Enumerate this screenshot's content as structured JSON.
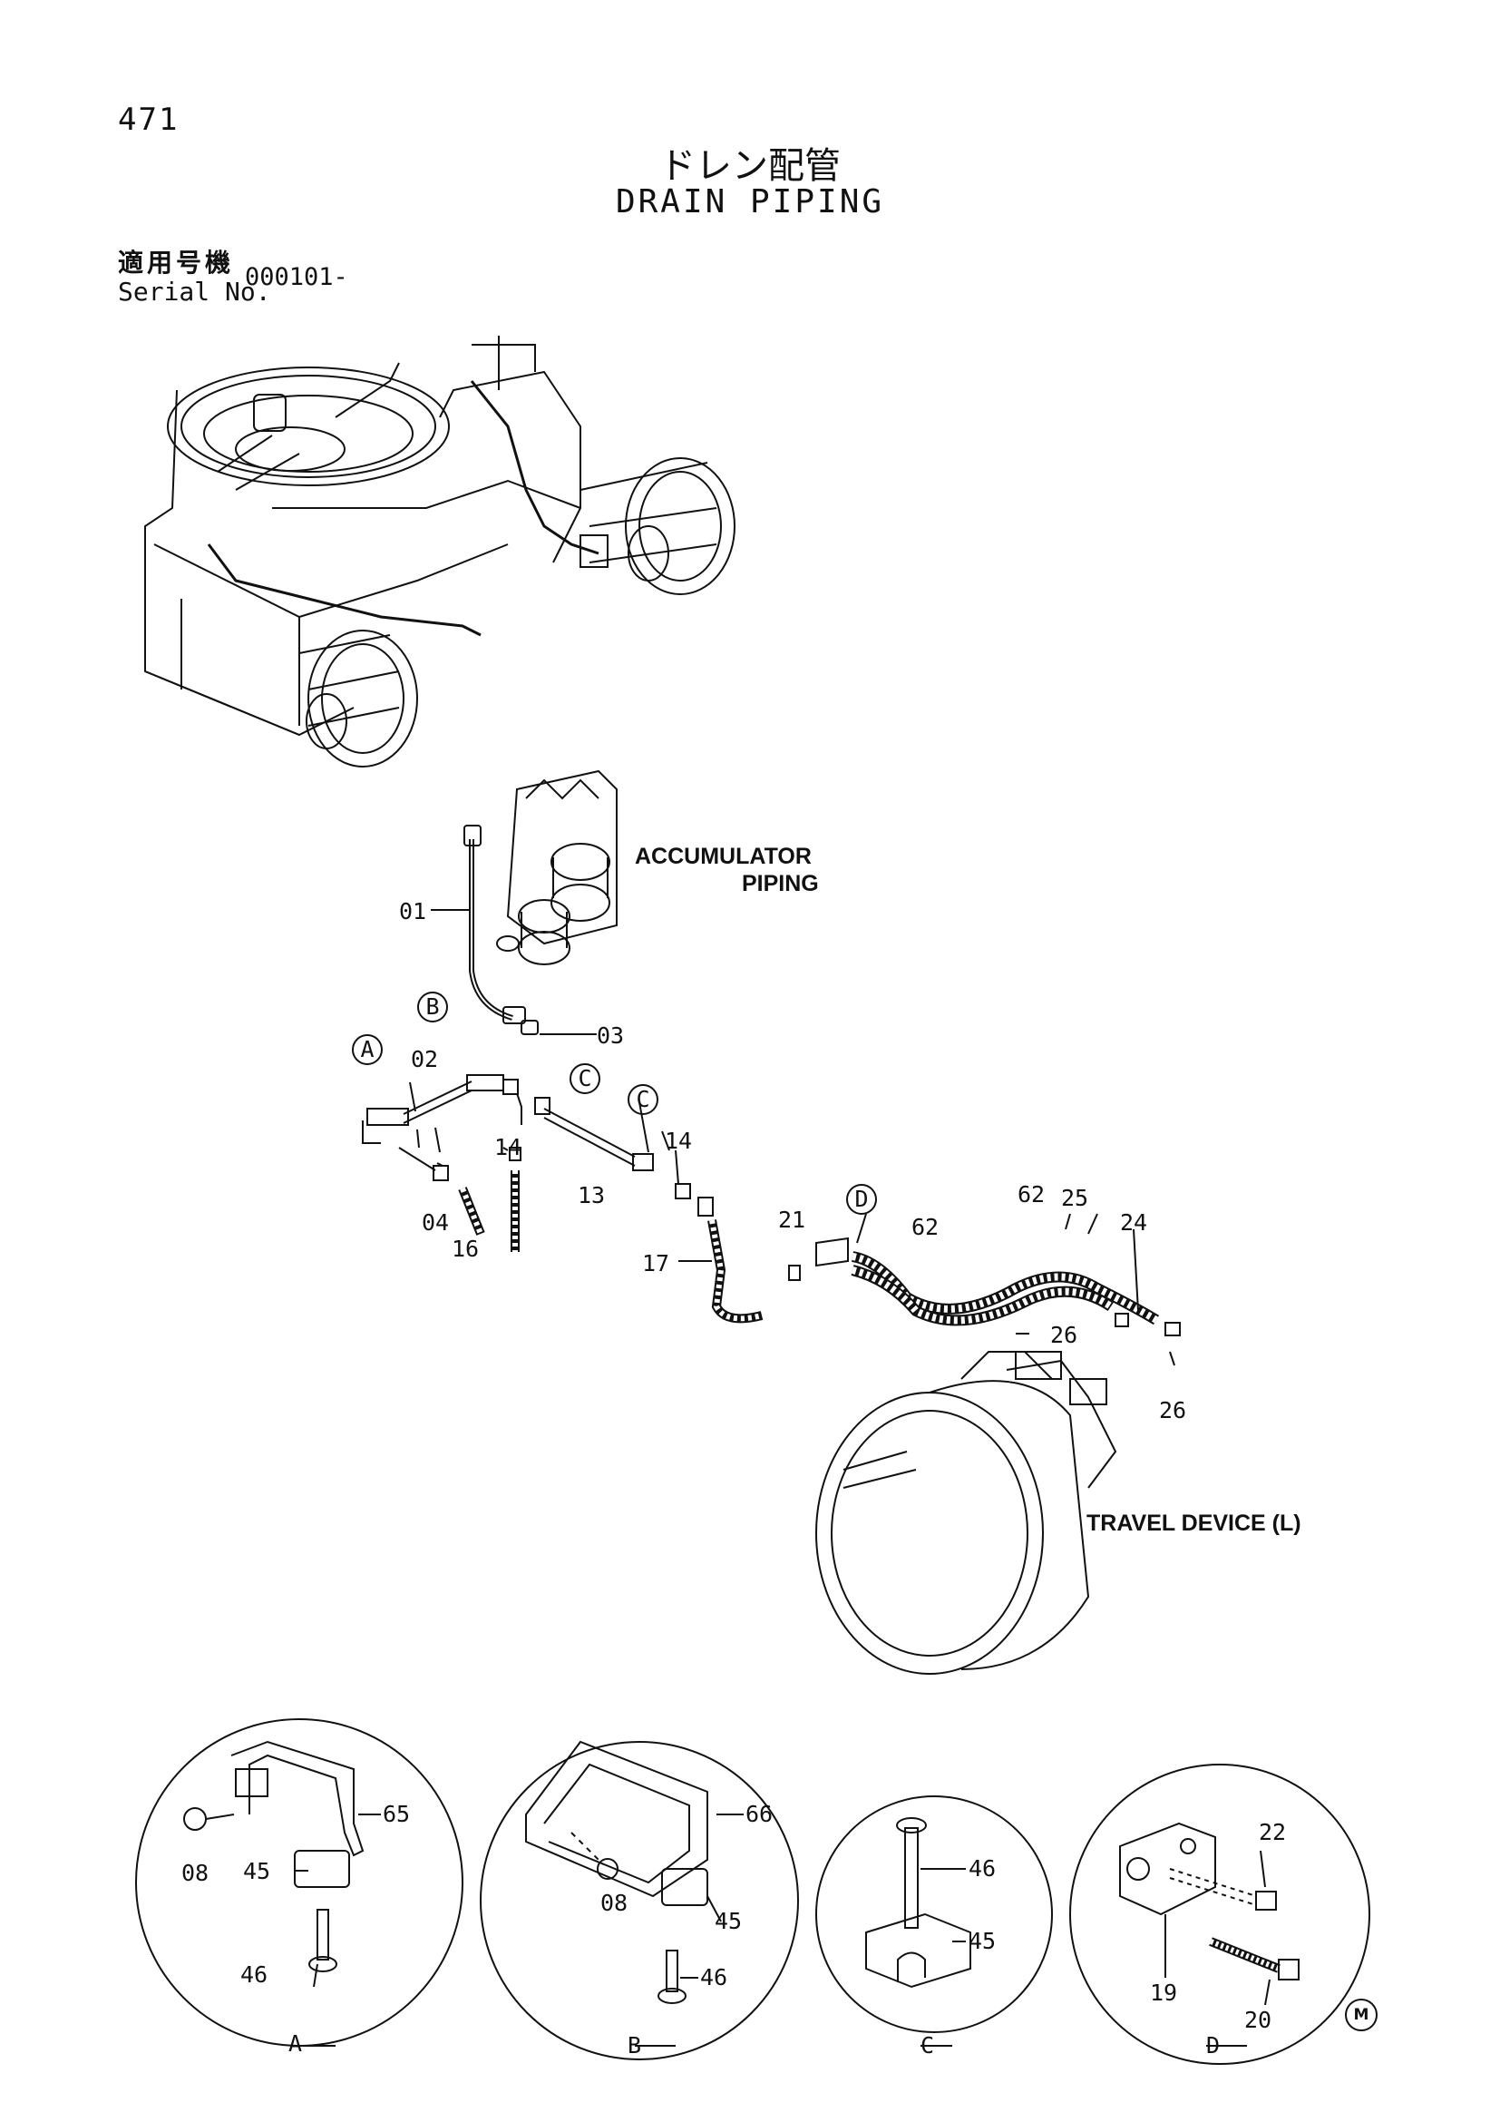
{
  "page_number": "471",
  "title_jp": "ドレン配管",
  "title_en": "DRAIN PIPING",
  "serial": {
    "label_jp": "適用号機",
    "label_en": "Serial No.",
    "value": "000101-"
  },
  "notes": {
    "accumulator_line1": "ACCUMULATOR",
    "accumulator_line2": "PIPING",
    "travel_device": "TRAVEL DEVICE (L)"
  },
  "callouts": {
    "A": "A",
    "B": "B",
    "C": "C",
    "D": "D"
  },
  "parts": {
    "p01": "01",
    "p02": "02",
    "p03": "03",
    "p04": "04",
    "p13": "13",
    "p14a": "14",
    "p14b": "14",
    "p16": "16",
    "p17": "17",
    "p21": "21",
    "p62a": "62",
    "p62b": "62",
    "p25": "25",
    "p24": "24",
    "p26a": "26",
    "p26b": "26"
  },
  "details": {
    "A": {
      "label": "A",
      "p65": "65",
      "p08": "08",
      "p45": "45",
      "p46": "46"
    },
    "B": {
      "label": "B",
      "p66": "66",
      "p08": "08",
      "p45": "45",
      "p46": "46"
    },
    "C": {
      "label": "C",
      "p46": "46",
      "p45": "45"
    },
    "D": {
      "label": "D",
      "p22": "22",
      "p19": "19",
      "p20": "20"
    }
  },
  "mark": "M"
}
